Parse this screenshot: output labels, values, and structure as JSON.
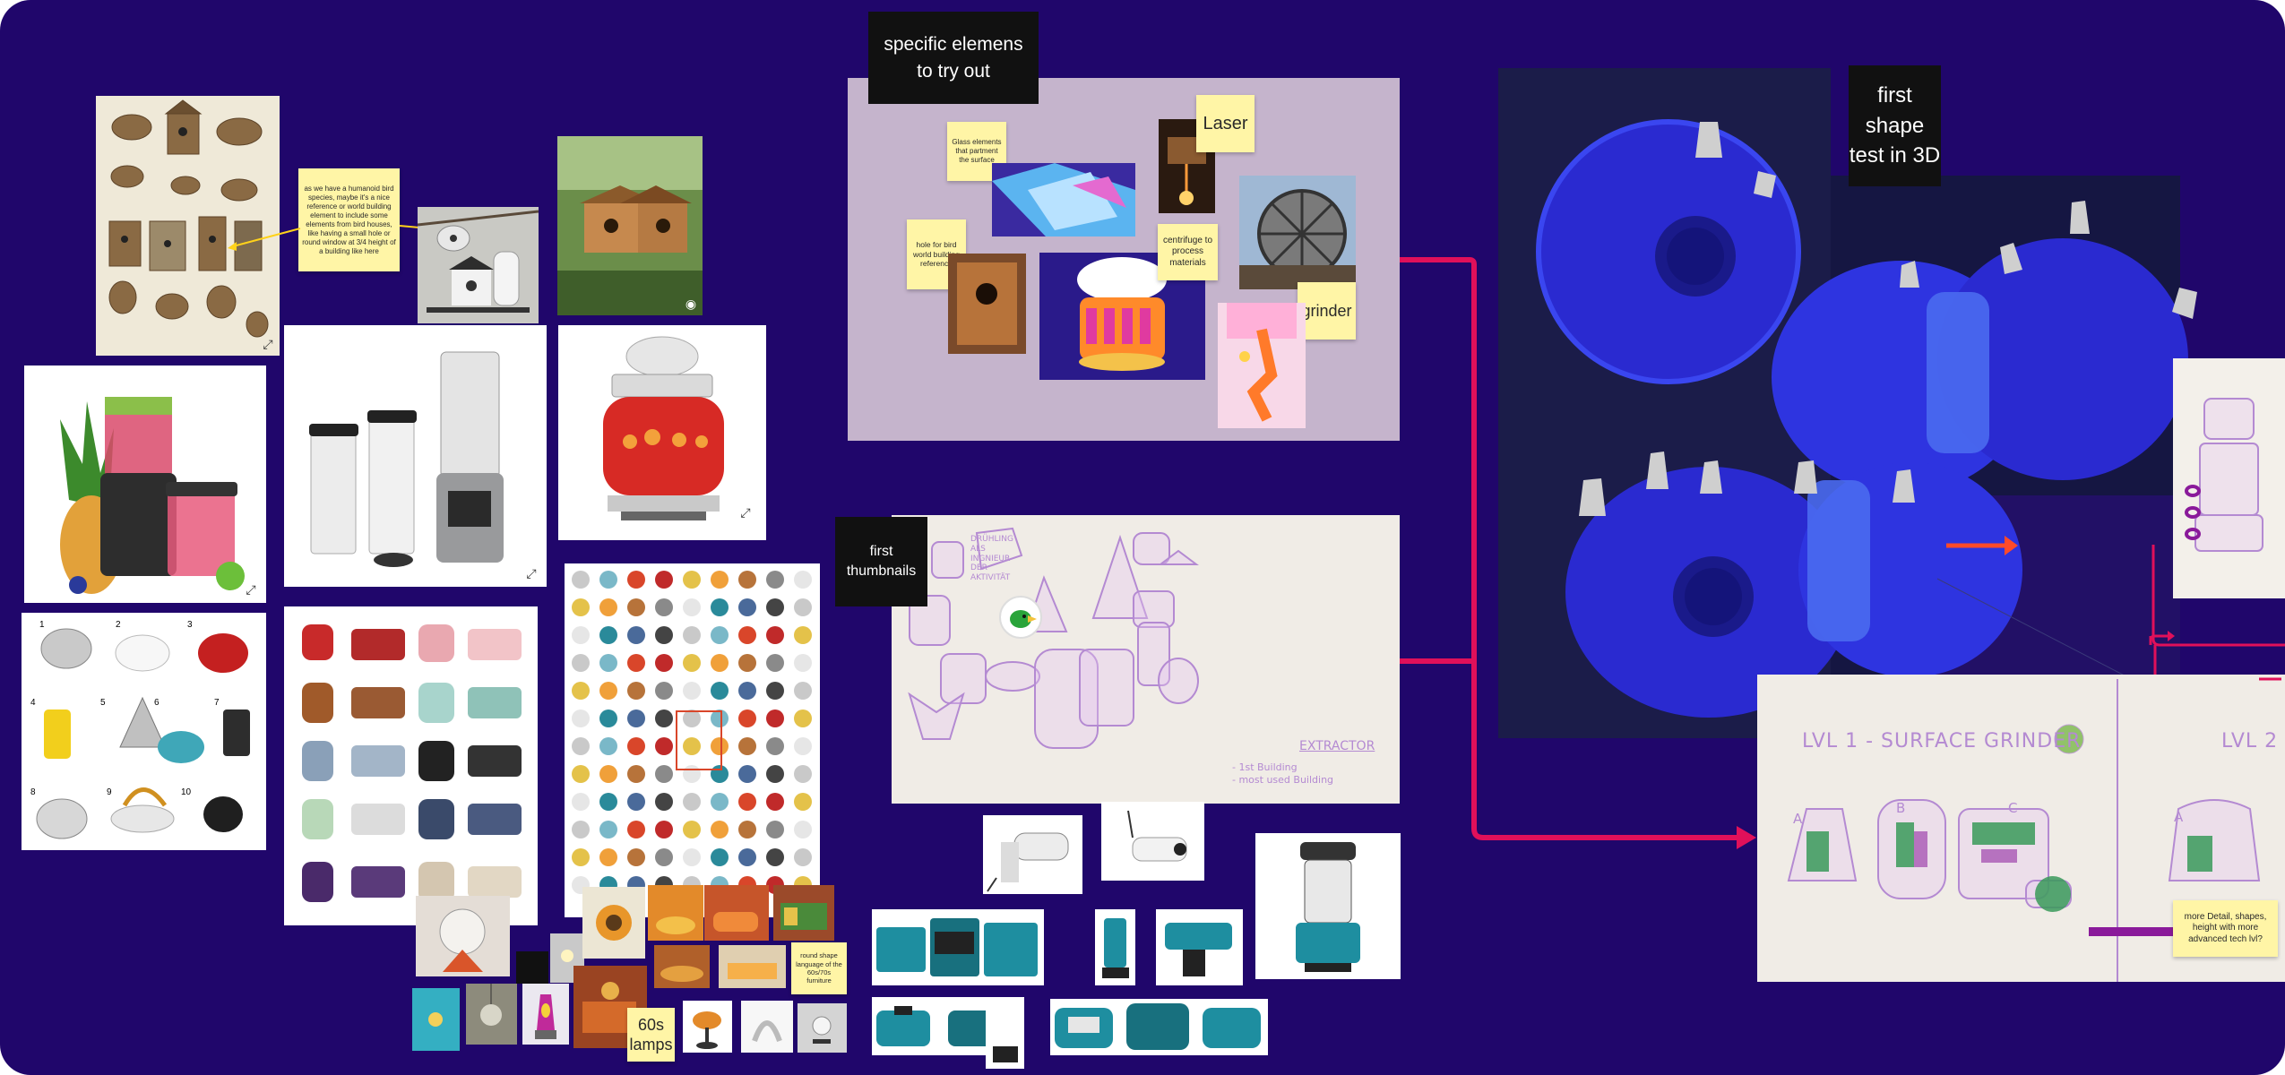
{
  "board": {
    "colors": {
      "background": "#20066b",
      "sticky": "#fff5a6",
      "connector": "#e0105a",
      "dark_label": "#111111"
    }
  },
  "labels": {
    "specific_elements": "specific elemens\nto try out",
    "first_thumbnails": "first\nthumbnails",
    "first_shape_3d": "first\nshape\ntest in 3D"
  },
  "stickies": {
    "birdhouse_note": "as we have a humanoid bird species, maybe it's a nice reference or world building element to include some elements from bird houses, like having a small hole or round window at 3/4 height of a building like here",
    "glass_elements": "Glass elements that partment the surface",
    "hole_bird": "hole for bird world building reference",
    "laser": "Laser",
    "centrifuge": "centrifuge to process materials",
    "grinder": "grinder",
    "round_shape": "round shape language of the 60s/70s furniture",
    "lamps_60s": "60s lamps",
    "more_detail": "more Detail, shapes, height with more advanced tech lvl?"
  },
  "sketch_text": {
    "lvl1": "LVL 1 - SURFACE GRINDER",
    "lvl2": "LVL 2",
    "extractor": "EXTRACTOR",
    "extractor_sub": "- 1st Building\n- most used Building",
    "speech": "DRÜHLING ALS INGNIEUR DER AKTIVITÄT",
    "abc_a": "A",
    "abc_b": "B",
    "abc_c": "C",
    "lvl2_a": "A"
  },
  "kettle_numbers": [
    "1",
    "2",
    "3",
    "4",
    "5",
    "6",
    "7",
    "8",
    "9",
    "10"
  ],
  "icons": {
    "zoom": "expand-icon",
    "arrow": "right-arrow-icon"
  }
}
